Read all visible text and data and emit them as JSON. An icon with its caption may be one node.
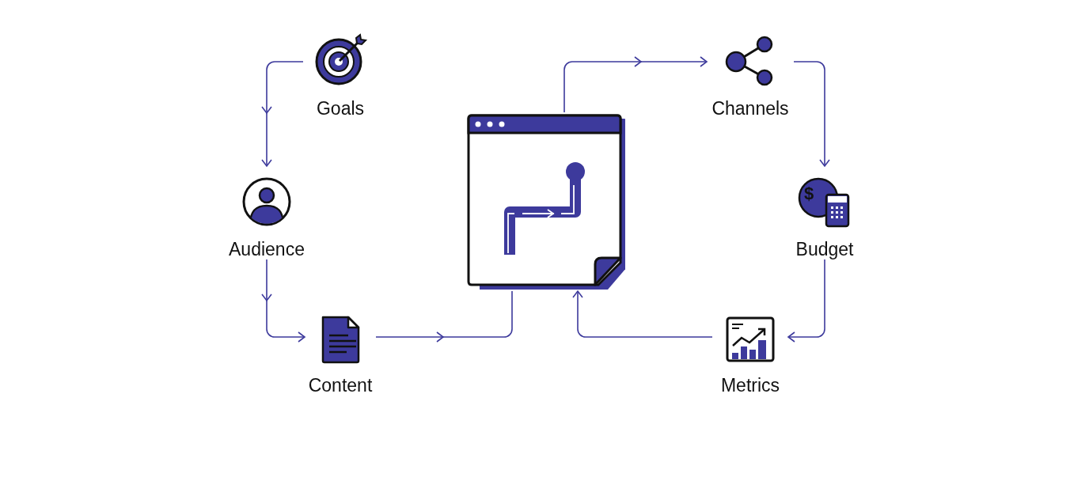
{
  "diagram": {
    "nodes": [
      {
        "text": [
          "Goals"
        ]
      },
      {
        "text": [
          "Audience"
        ]
      },
      {
        "text": [
          "Content"
        ]
      },
      {
        "text": [],
        "shape": "picture"
      },
      {
        "text": [
          "Channels"
        ]
      },
      {
        "text": [
          "$",
          "Budget"
        ]
      },
      {
        "text": [
          "Metrics"
        ]
      }
    ],
    "edges": [
      {
        "from": 0,
        "to": 1,
        "arrow": "to"
      },
      {
        "from": 1,
        "to": 2,
        "arrow": "to"
      },
      {
        "from": 2,
        "to": 3,
        "arrow": "to"
      },
      {
        "from": 3,
        "to": 4,
        "arrow": "to"
      },
      {
        "from": 4,
        "to": 5,
        "arrow": "to"
      },
      {
        "from": 5,
        "to": 6,
        "arrow": "to"
      },
      {
        "from": 6,
        "to": 3,
        "arrow": "to"
      }
    ]
  }
}
